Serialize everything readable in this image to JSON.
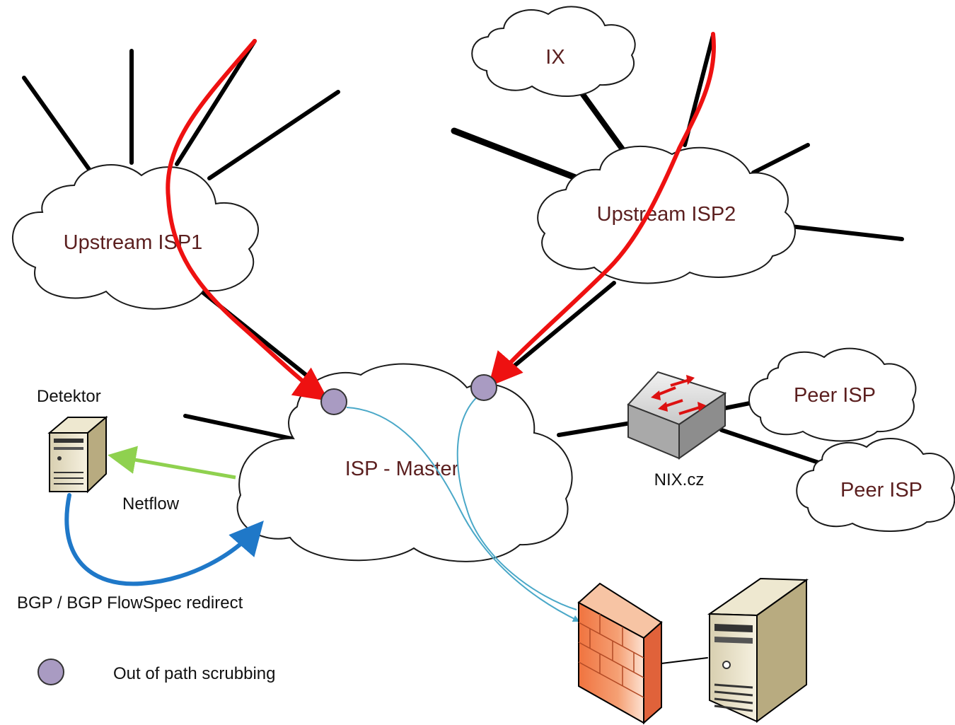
{
  "clouds": {
    "upstream_isp1": "Upstream ISP1",
    "upstream_isp2": "Upstream ISP2",
    "ix": "IX",
    "isp_master": "ISP - Master",
    "peer_isp_top": "Peer ISP",
    "peer_isp_bottom": "Peer ISP"
  },
  "labels": {
    "detektor": "Detektor",
    "netflow": "Netflow",
    "bgp_redirect": "BGP / BGP FlowSpec redirect",
    "nix": "NIX.cz",
    "legend_scrubbing": "Out of path scrubbing"
  },
  "colors": {
    "attack": "#ee1111",
    "netflow": "#8fd14f",
    "bgp": "#1f78c8",
    "scrub_path": "#4aa8c8",
    "scrub_node": "#a99bc2",
    "cloud_text": "#5b1f1f"
  },
  "icons": [
    "server-icon",
    "switch-icon",
    "firewall-icon",
    "scrubbing-server-icon"
  ]
}
